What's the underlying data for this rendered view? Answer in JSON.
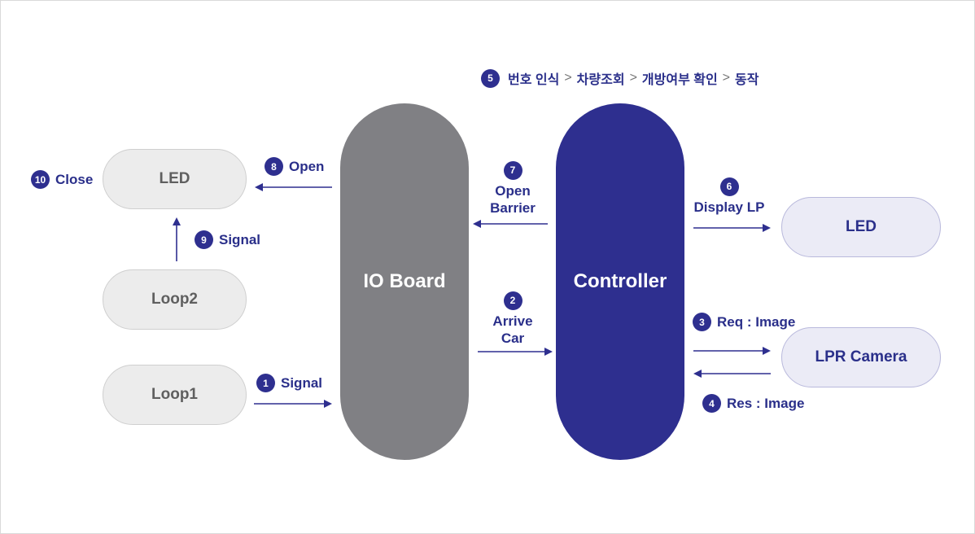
{
  "nodes": {
    "led_left": "LED",
    "loop2": "Loop2",
    "loop1": "Loop1",
    "io_board": "IO Board",
    "controller": "Controller",
    "led_right": "LED",
    "lpr_camera": "LPR Camera"
  },
  "steps": {
    "s1": {
      "num": "1",
      "text": "Signal"
    },
    "s2": {
      "num": "2",
      "line1": "Arrive",
      "line2": "Car"
    },
    "s3": {
      "num": "3",
      "text": "Req : Image"
    },
    "s4": {
      "num": "4",
      "text": "Res : Image"
    },
    "s5": {
      "num": "5",
      "parts": [
        "번호 인식",
        "차량조회",
        "개방여부 확인",
        "동작"
      ],
      "separator": ">"
    },
    "s6": {
      "num": "6",
      "text": "Display LP"
    },
    "s7": {
      "num": "7",
      "line1": "Open",
      "line2": "Barrier"
    },
    "s8": {
      "num": "8",
      "text": "Open"
    },
    "s9": {
      "num": "9",
      "text": "Signal"
    },
    "s10": {
      "num": "10",
      "text": "Close"
    }
  },
  "colors": {
    "accent": "#2e2f8f",
    "io_board": "#808084",
    "grey_pill": "#ececec",
    "lavender_pill": "#ebebf6"
  }
}
